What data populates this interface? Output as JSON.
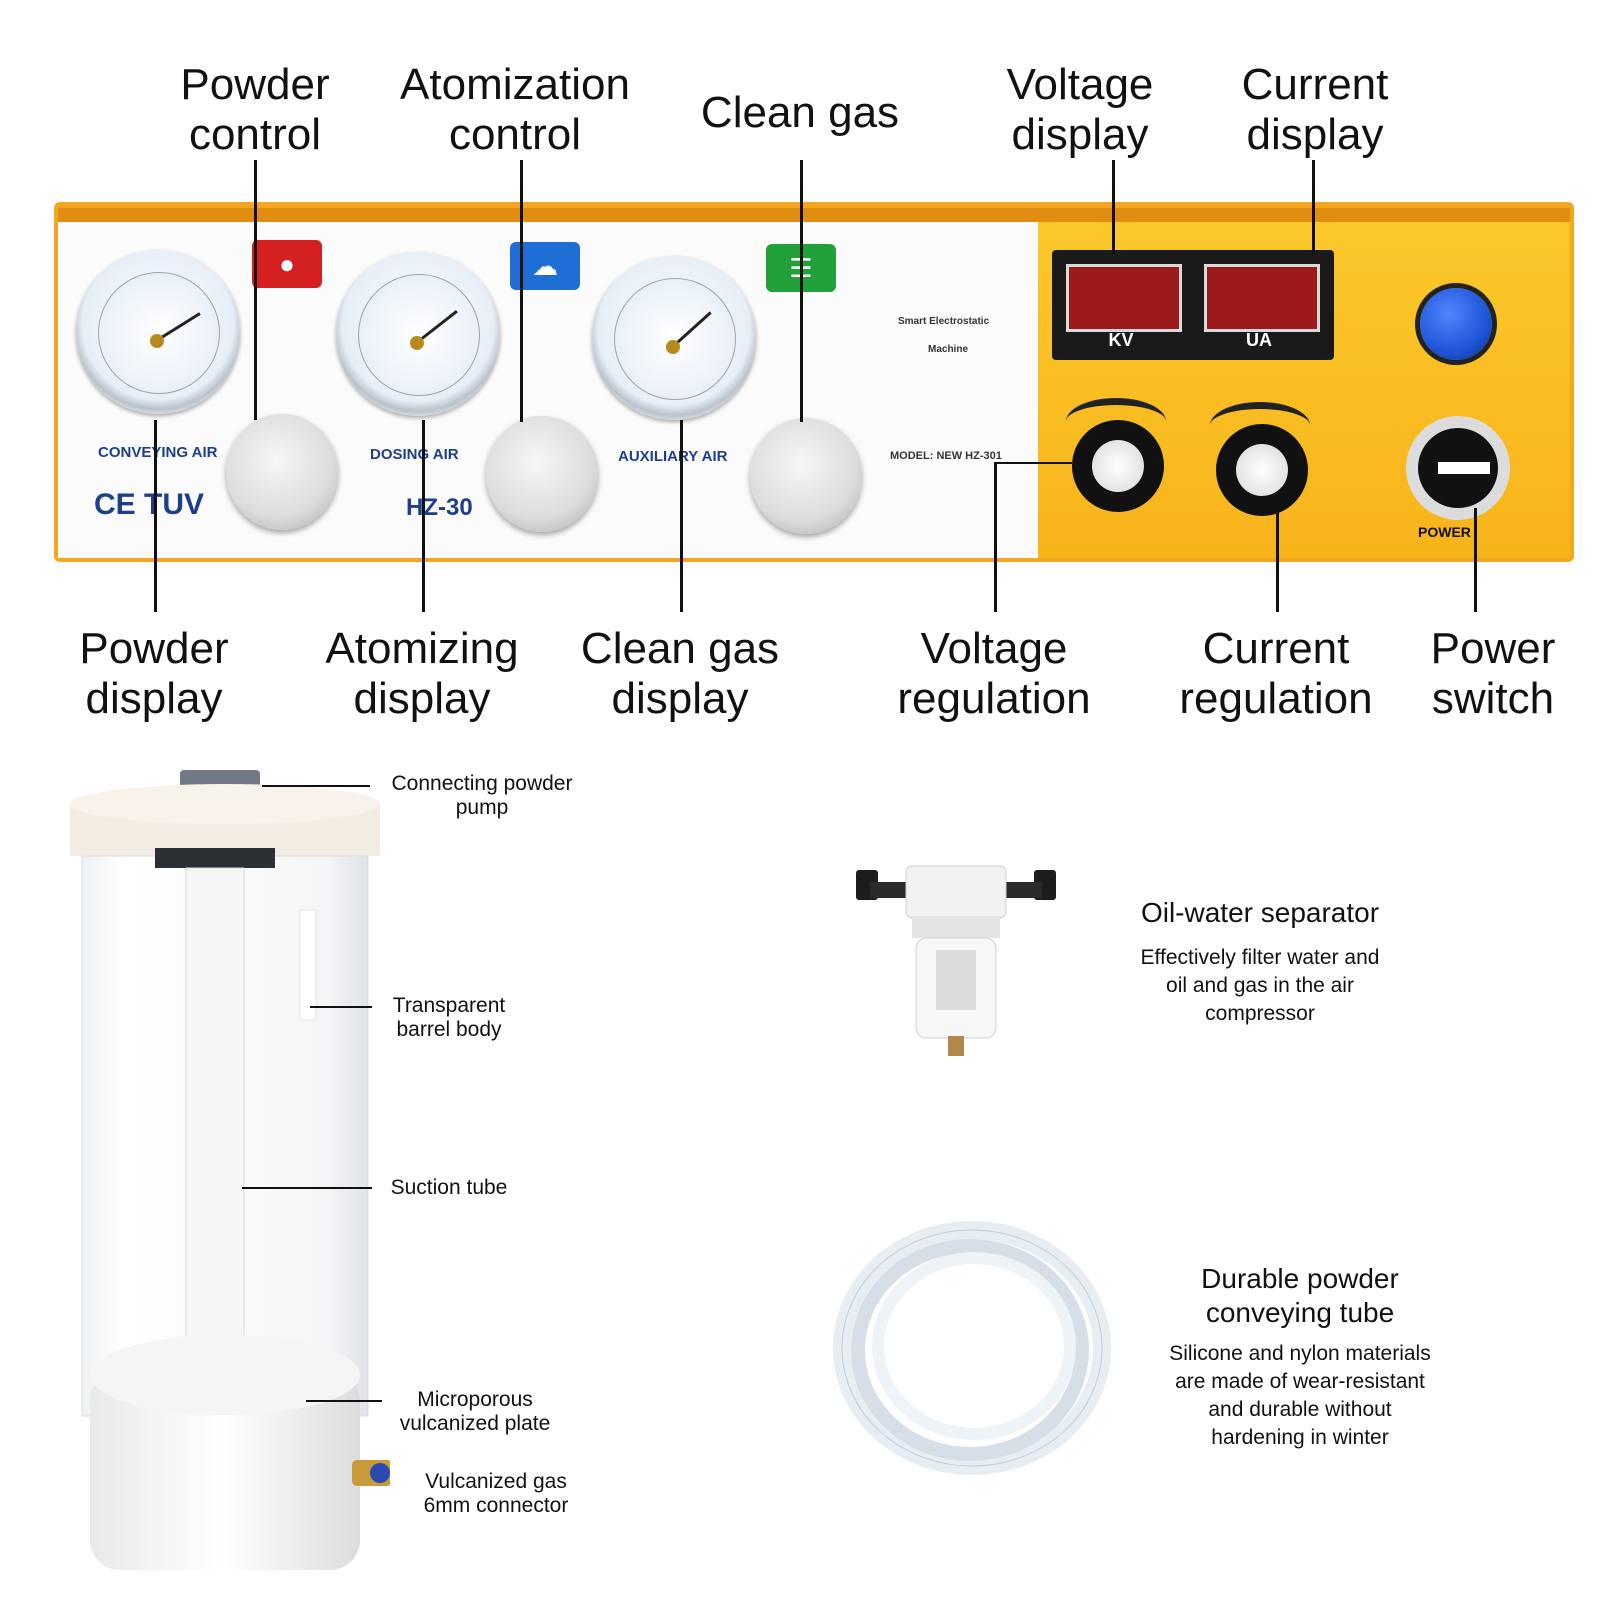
{
  "panel_top_labels": [
    {
      "line1": "Powder",
      "line2": "control"
    },
    {
      "line1": "Atomization",
      "line2": "control"
    },
    {
      "line1": "Clean gas",
      "line2": ""
    },
    {
      "line1": "Voltage",
      "line2": "display"
    },
    {
      "line1": "Current",
      "line2": "display"
    }
  ],
  "panel_bottom_labels": [
    {
      "line1": "Powder",
      "line2": "display"
    },
    {
      "line1": "Atomizing",
      "line2": "display"
    },
    {
      "line1": "Clean gas",
      "line2": "display"
    },
    {
      "line1": "Voltage",
      "line2": "regulation"
    },
    {
      "line1": "Current",
      "line2": "regulation"
    },
    {
      "line1": "Power",
      "line2": "switch"
    }
  ],
  "panel": {
    "gauge_labels": [
      "CONVEYING AIR",
      "DOSING AIR",
      "AUXILIARY AIR"
    ],
    "certifications": "CE TUV",
    "model_short": "HZ-30",
    "model_line": "MODEL: NEW HZ-301",
    "brand_line1": "Smart Electrostatic",
    "brand_line2": "Machine",
    "display_units": [
      "KV",
      "UA"
    ],
    "power_label": "POWER",
    "colors": {
      "yellow": "#f7b41a",
      "led_red": "#9c1a1a",
      "badge_red": "#d42020",
      "badge_blue": "#1f6ed6",
      "badge_green": "#22a13a",
      "power_button": "#1f55d8"
    }
  },
  "hopper_labels": [
    {
      "line1": "Connecting powder",
      "line2": "pump"
    },
    {
      "line1": "Transparent",
      "line2": "barrel body"
    },
    {
      "line1": "Suction tube",
      "line2": ""
    },
    {
      "line1": "Microporous",
      "line2": "vulcanized plate"
    },
    {
      "line1": "Vulcanized gas",
      "line2": "6mm connector"
    }
  ],
  "separator": {
    "title": "Oil-water separator",
    "desc": [
      "Effectively filter water and",
      "oil and gas in the air",
      "compressor"
    ]
  },
  "tube": {
    "title": [
      "Durable powder",
      "conveying tube"
    ],
    "desc": [
      "Silicone and nylon materials",
      "are made of wear-resistant",
      "and durable without",
      "hardening in winter"
    ]
  }
}
